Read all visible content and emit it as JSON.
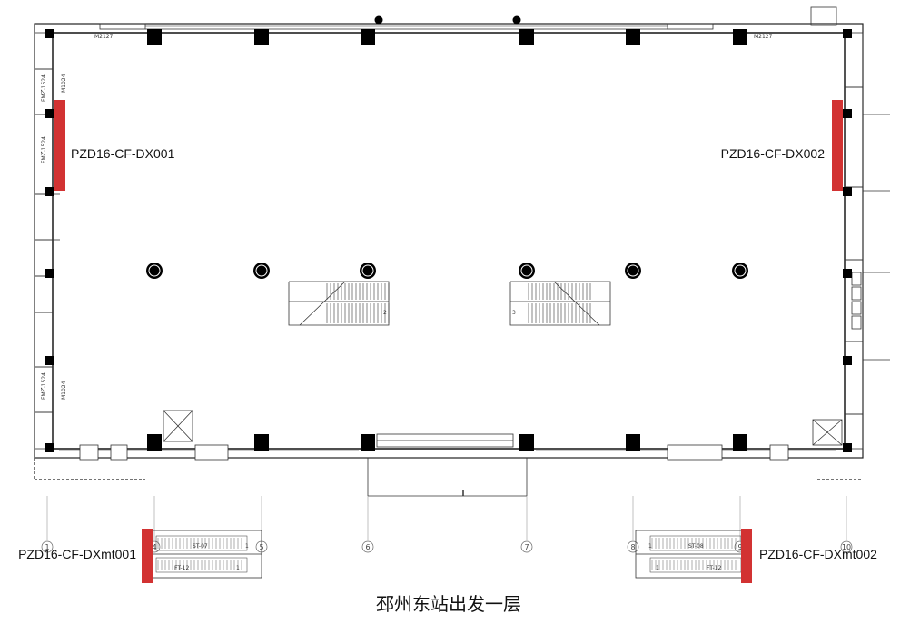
{
  "title": "邳州东站出发一层",
  "labels": {
    "dx001": "PZD16-CF-DX001",
    "dx002": "PZD16-CF-DX002",
    "dxmt001": "PZD16-CF-DXmt001",
    "dxmt002": "PZD16-CF-DXmt002"
  },
  "room_tags": {
    "m2127_left": "M2127",
    "m2127_right": "M2127",
    "m1024_a": "M1024",
    "m1024_b": "M1024",
    "fm1_a": "FM乙1524",
    "fm1_b": "FM乙1524",
    "fm1_c": "FM乙1524"
  },
  "stair_numbers": {
    "left": "2",
    "right": "3"
  },
  "escalators": {
    "left_top": "ST-07",
    "left_bottom": "FT-12",
    "right_top": "ST-08",
    "right_bottom": "FT-12",
    "left_top_num": "1",
    "left_bottom_num": "1",
    "right_top_num": "1",
    "right_bottom_num": "1"
  },
  "axis_numbers": [
    "1",
    "4",
    "5",
    "6",
    "7",
    "8",
    "9",
    "10"
  ],
  "colors": {
    "highlight": "#d23232",
    "line": "#222222",
    "column": "#000000"
  }
}
